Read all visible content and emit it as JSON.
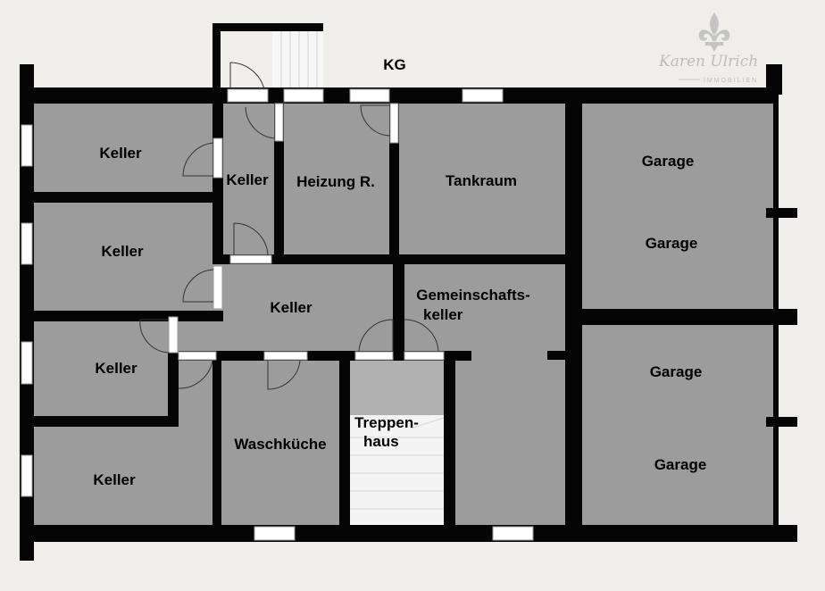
{
  "floor_label": "KG",
  "logo": {
    "name": "Karen Ulrich",
    "subtitle": "IMMOBILIEN"
  },
  "rooms": {
    "keller_1": "Keller",
    "keller_small": "Keller",
    "heizung": "Heizung R.",
    "tankraum": "Tankraum",
    "garage_1a": "Garage",
    "garage_1b": "Garage",
    "keller_2": "Keller",
    "keller_middle": "Keller",
    "gemeinschaft_1": "Gemeinschafts-",
    "gemeinschaft_2": "keller",
    "keller_3": "Keller",
    "garage_2a": "Garage",
    "treppen_1": "Treppen-",
    "treppen_2": "haus",
    "waschkueche": "Waschküche",
    "keller_4": "Keller",
    "garage_2b": "Garage"
  },
  "colors": {
    "room": "#9c9c9c",
    "wall": "#050505",
    "background": "#f0eeea"
  }
}
